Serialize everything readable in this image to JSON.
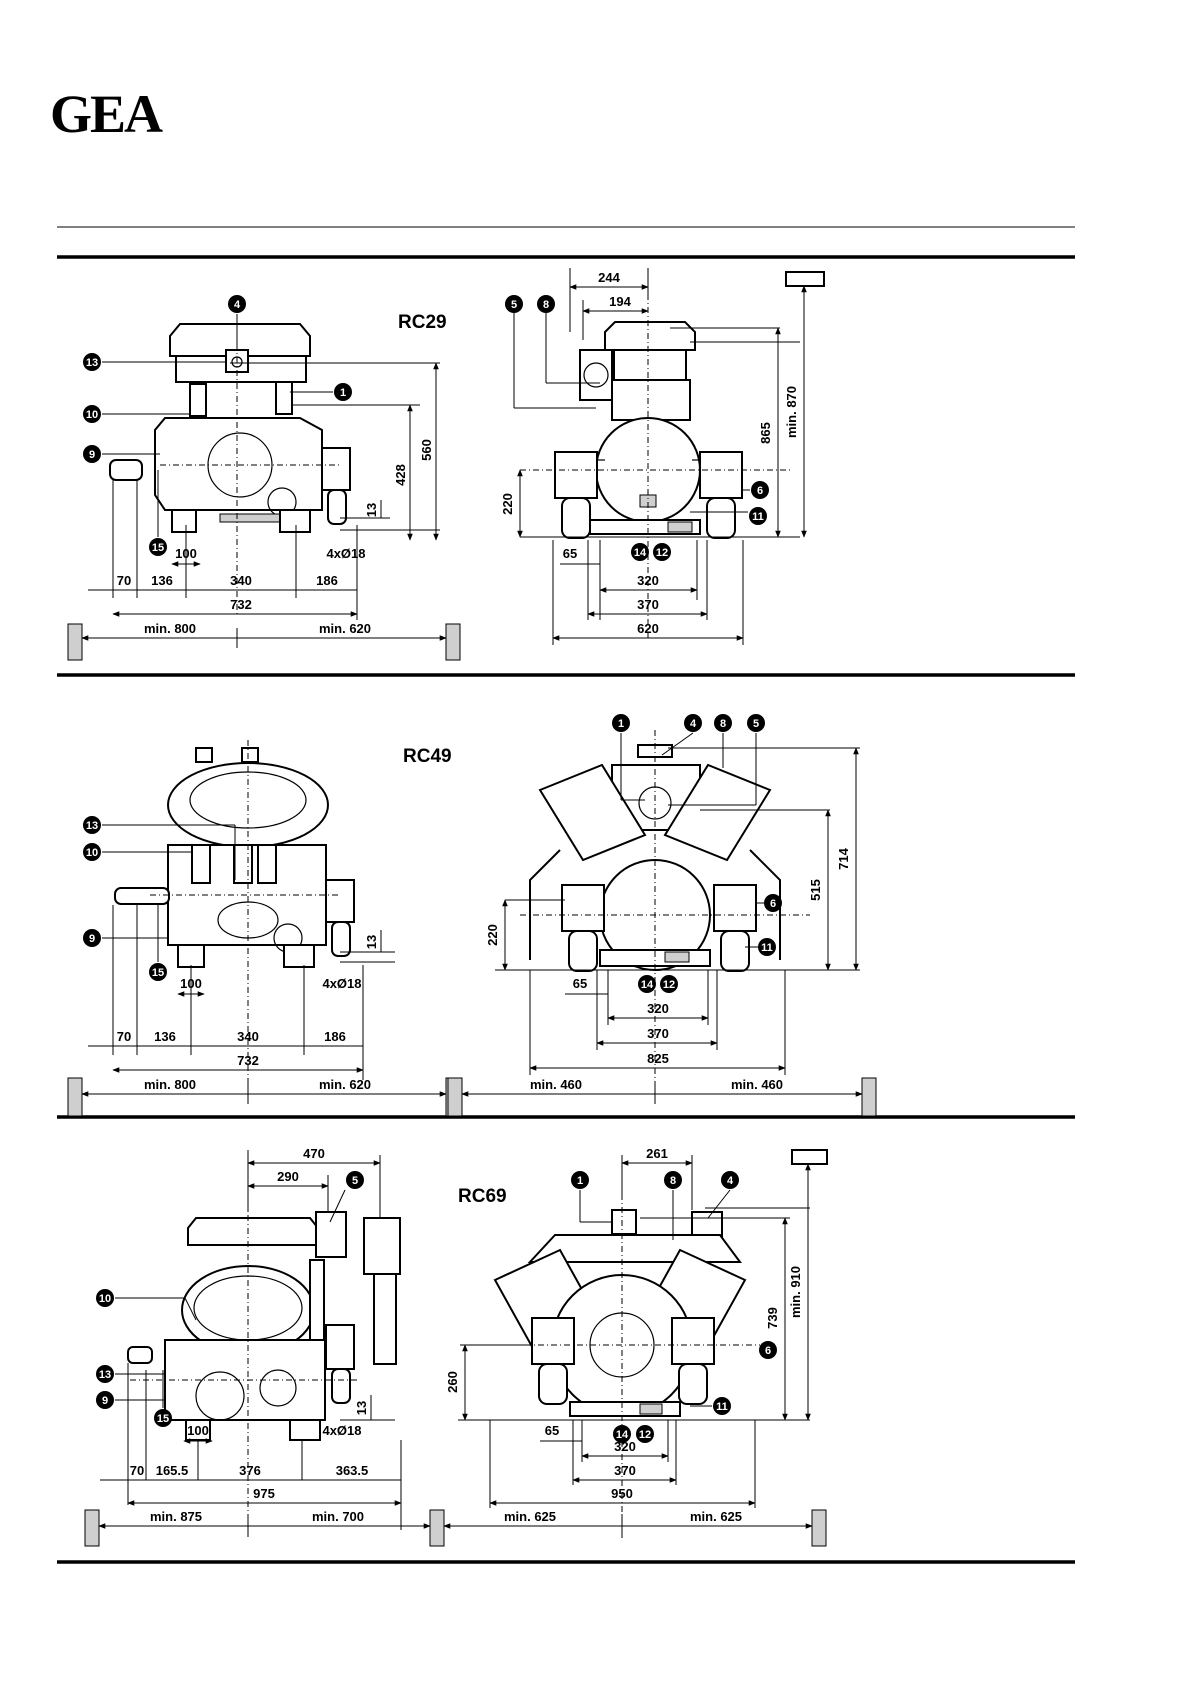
{
  "logo": {
    "text": "GEA"
  },
  "sections": [
    {
      "model": "RC29",
      "side": {
        "callouts": [
          "4",
          "13",
          "1",
          "10",
          "9",
          "15"
        ],
        "bottom_dims": [
          "70",
          "136",
          "340",
          "186"
        ],
        "bolt_spacing": "100",
        "bolts": "4xØ18",
        "total": "732",
        "clearance": [
          "min. 800",
          "min. 620"
        ],
        "vertical": [
          "428",
          "560",
          "13"
        ]
      },
      "front": {
        "callouts": [
          "5",
          "8",
          "6",
          "11",
          "14",
          "12"
        ],
        "top_dims": [
          "244",
          "194"
        ],
        "vertical": [
          "220",
          "865",
          "min. 870"
        ],
        "bottom_dims": [
          "65",
          "320",
          "370",
          "620"
        ]
      }
    },
    {
      "model": "RC49",
      "side": {
        "callouts": [
          "13",
          "10",
          "9",
          "15"
        ],
        "bottom_dims": [
          "70",
          "136",
          "340",
          "186"
        ],
        "bolt_spacing": "100",
        "bolts": "4xØ18",
        "total": "732",
        "clearance": [
          "min. 800",
          "min. 620"
        ],
        "vertical": [
          "13"
        ]
      },
      "front": {
        "callouts": [
          "1",
          "4",
          "8",
          "5",
          "6",
          "11",
          "14",
          "12"
        ],
        "vertical": [
          "220",
          "515",
          "714"
        ],
        "bottom_dims": [
          "65",
          "320",
          "370",
          "825"
        ],
        "clearance": [
          "min. 460",
          "min. 460"
        ]
      }
    },
    {
      "model": "RC69",
      "side": {
        "callouts": [
          "5",
          "10",
          "13",
          "9",
          "15"
        ],
        "top_dims": [
          "470",
          "290"
        ],
        "bottom_dims": [
          "70",
          "165.5",
          "376",
          "363.5"
        ],
        "bolt_spacing": "100",
        "bolts": "4xØ18",
        "total": "975",
        "clearance": [
          "min. 875",
          "min. 700"
        ],
        "vertical": [
          "13"
        ]
      },
      "front": {
        "callouts": [
          "1",
          "8",
          "4",
          "6",
          "11",
          "14",
          "12"
        ],
        "top_dims": [
          "261"
        ],
        "vertical": [
          "260",
          "739",
          "min. 910"
        ],
        "bottom_dims": [
          "65",
          "320",
          "370",
          "950"
        ],
        "clearance": [
          "min. 625",
          "min. 625"
        ]
      }
    }
  ]
}
